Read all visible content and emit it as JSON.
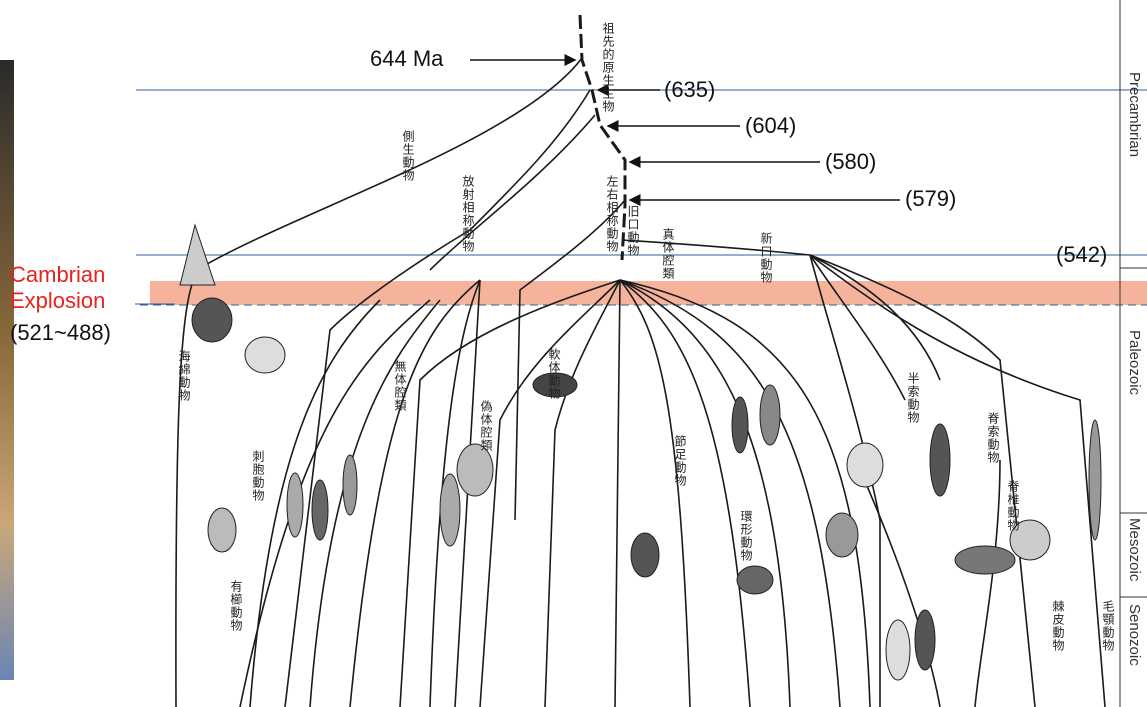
{
  "colors": {
    "cambrian": "#e8231e",
    "band": "#f5b39c",
    "line": "#2f5f9f",
    "tree": "#1a1a1a"
  },
  "ages": {
    "origin": "644 Ma",
    "t635": "(635)",
    "t604": "(604)",
    "t580": "(580)",
    "t579": "(579)",
    "t542": "(542)"
  },
  "cambrian": {
    "line1": "Cambrian",
    "line2": "Explosion",
    "range": "(521~488)"
  },
  "eras": {
    "precambrian": "Precambrian",
    "paleozoic": "Paleozoic",
    "mesozoic": "Mesozoic",
    "senozoic": "Senozoic"
  },
  "tree_labels": {
    "ancestor": "祖先的原生生物",
    "sponge": "側生動物",
    "radial": "放射相称動物",
    "bilateral": "左右相称動物",
    "protostome": "旧口動物",
    "coelomate": "真体腔類",
    "deuterostome": "新口動物",
    "placozoa": "海綿動物",
    "cnidaria": "刺胞動物",
    "ctenophora": "有櫛動物",
    "acoel": "無体腔類",
    "pseudo": "偽体腔類",
    "mollusca": "軟体動物",
    "arthropod": "節足動物",
    "annelid": "環形動物",
    "hemichordate": "半索動物",
    "chordate": "脊索動物",
    "vertebrate": "脊椎動物",
    "echinoderm": "棘皮動物",
    "chaetognath": "毛顎動物"
  }
}
